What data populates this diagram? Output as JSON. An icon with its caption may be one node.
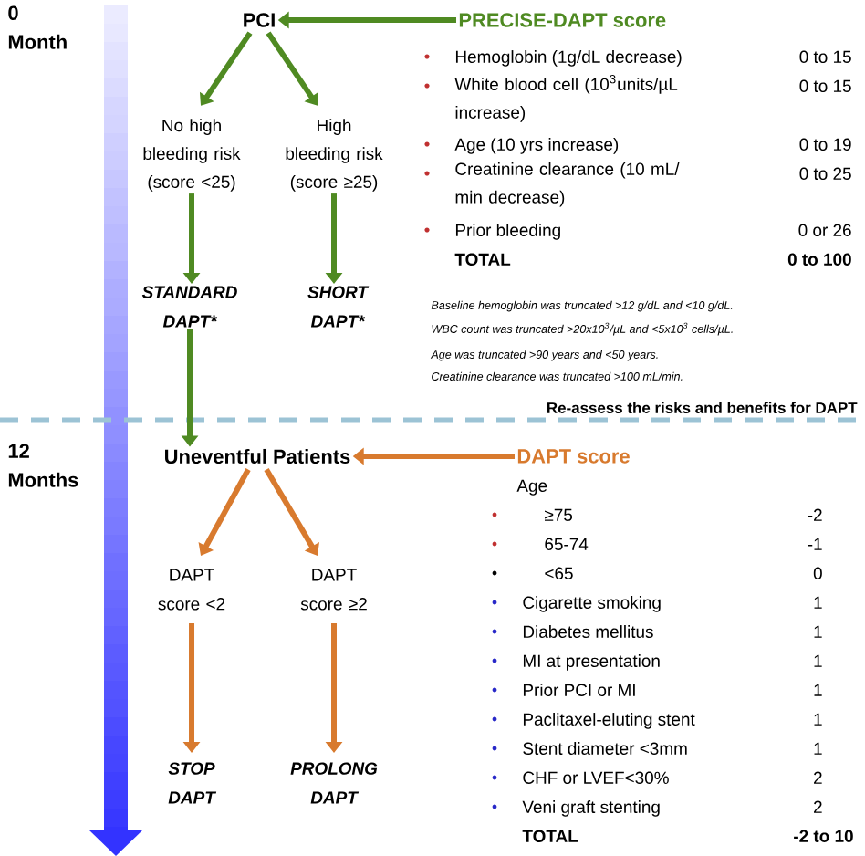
{
  "diagram": {
    "nodes": [
      {
        "text": [
          "PCI"
        ]
      },
      {
        "text": [
          "PRECISE-DAPT score"
        ]
      },
      {
        "text": [
          "No high bleeding risk (score <25)"
        ]
      },
      {
        "text": [
          "High bleeding risk (score ≥25)"
        ]
      },
      {
        "text": [
          "STANDARD DAPT*"
        ]
      },
      {
        "text": [
          "SHORT DAPT*"
        ]
      },
      {
        "text": [
          "Uneventful Patients"
        ]
      },
      {
        "text": [
          "DAPT score"
        ]
      },
      {
        "text": [
          "DAPT score <2"
        ]
      },
      {
        "text": [
          "DAPT score ≥2"
        ]
      },
      {
        "text": [
          "STOP DAPT"
        ]
      },
      {
        "text": [
          "PROLONG DAPT"
        ]
      }
    ],
    "edges": [
      {
        "from": 1,
        "to": 0,
        "arrow": "to"
      },
      {
        "from": 0,
        "to": 2,
        "arrow": "to"
      },
      {
        "from": 0,
        "to": 3,
        "arrow": "to"
      },
      {
        "from": 2,
        "to": 4,
        "arrow": "to"
      },
      {
        "from": 3,
        "to": 5,
        "arrow": "to"
      },
      {
        "from": 4,
        "to": 6,
        "arrow": "to"
      },
      {
        "from": 7,
        "to": 6,
        "arrow": "to",
        "color": "#d87a2e"
      },
      {
        "from": 6,
        "to": 8,
        "arrow": "to",
        "color": "#d87a2e"
      },
      {
        "from": 6,
        "to": 9,
        "arrow": "to",
        "color": "#d87a2e"
      },
      {
        "from": 8,
        "to": 10,
        "arrow": "to",
        "color": "#d87a2e"
      },
      {
        "from": 9,
        "to": 11,
        "arrow": "to",
        "color": "#d87a2e"
      }
    ],
    "labels": [
      "0 Month",
      "Hemoglobin (1g/dL decrease)",
      "0 to 15",
      "White blood cell (10$^{3}$units/µL increase)",
      "0 to 15",
      "Age (10 yrs increase)",
      "0 to 19",
      "Creatinine clearance (10 mL/ min decrease)",
      "0 to 25",
      "Prior bleeding",
      "0 or 26",
      "TOTAL",
      "0 to 100",
      "Baseline hemoglobin was truncated >12 g/dL and <10 g/dL.",
      "WBC count was truncated >20x10$^{3}$/µL and <5x10$^{3}$ cells/µL.",
      "Age was truncated >90 years and <50 years.",
      "Creatinine clearance was truncated >100 mL/min.",
      "Re-assess the risks and benefits for DAPT",
      "12 Months",
      "Age",
      "≥75",
      "-2",
      "65-74",
      "-1",
      "<65",
      "0",
      "Cigarette smoking",
      "1",
      "Diabetes mellitus",
      "1",
      "MI at presentation",
      "1",
      "Prior PCI or MI",
      "1",
      "Paclitaxel-eluting stent",
      "1",
      "Stent diameter <3mm",
      "1",
      "CHF or LVEF<30%",
      "2",
      "Veni graft stenting",
      "2",
      "TOTAL",
      "-2 to 10"
    ]
  }
}
